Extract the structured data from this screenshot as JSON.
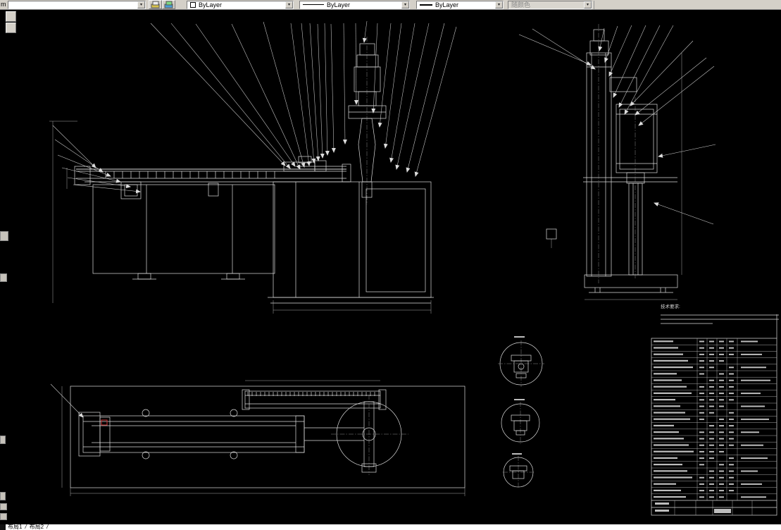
{
  "window": {
    "menu_fragment": "m"
  },
  "icons": {
    "dropdown_arrow": "▾"
  },
  "toolbar": {
    "layer_value": "",
    "color_value": "ByLayer",
    "linetype_value": "ByLayer",
    "lineweight_value": "ByLayer",
    "plotstyle_value": "随颜色"
  },
  "tabs": {
    "layout1": "布局1",
    "layout2": "布局2",
    "separator": "/"
  },
  "drawing": {
    "notes_title": "技术要求:",
    "colors": {
      "canvas_bg": "#000000",
      "line": "#dcdcdc",
      "toolbar_bg": "#d4d0c8",
      "highlight_red": "#cc3434"
    }
  }
}
